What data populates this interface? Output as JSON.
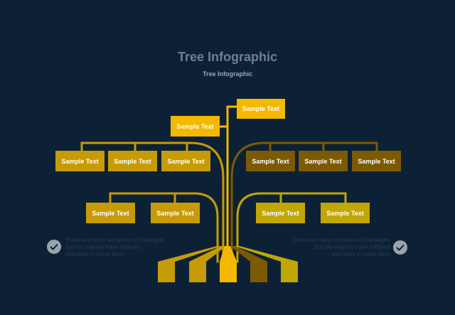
{
  "header": {
    "title": "Tree Infographic",
    "subtitle": "Tree Infographic"
  },
  "boxes": {
    "top_right": "Sample Text",
    "top_left": "Sample Text",
    "left_row1": [
      "Sample Text",
      "Sample Text",
      "Sample Text"
    ],
    "right_row1": [
      "Sample Text",
      "Sample Text",
      "Sample Text"
    ],
    "left_row2": [
      "Sample Text",
      "Sample Text"
    ],
    "right_row2": [
      "Sample Text",
      "Sample Text"
    ]
  },
  "notes": {
    "left": [
      "There are many variations of passages",
      "but the majority have  suffered",
      "alteration in some form"
    ],
    "right": [
      "There are many variations of passages",
      "but the majority have  suffered",
      "alteration in some form"
    ]
  },
  "icons": {
    "left": "check-circle-icon",
    "right": "check-circle-icon"
  },
  "colors": {
    "background": "#0c2135",
    "gold": "#c79b06",
    "bright": "#f5b800",
    "brown": "#7c5a04",
    "olive": "#c1a705"
  }
}
